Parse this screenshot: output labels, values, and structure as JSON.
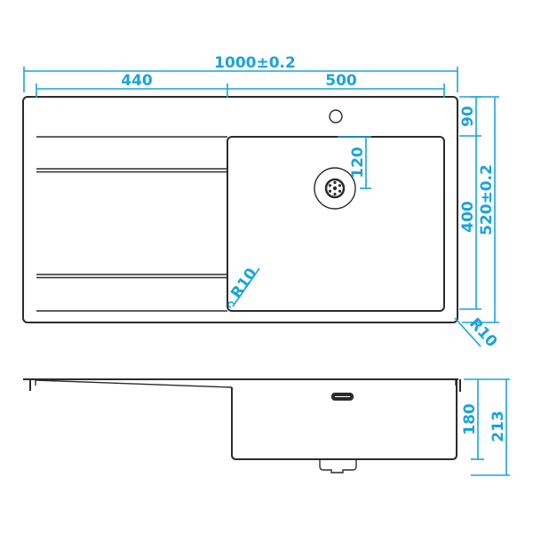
{
  "colors": {
    "dimension": "#1aa3dc",
    "outline": "#2b2b2b",
    "background": "#ffffff"
  },
  "top_view": {
    "overall_width": "1000±0.2",
    "drainboard_width": "440",
    "bowl_width": "500",
    "tap_hole_offset": "90",
    "overall_depth": "520±0.2",
    "bowl_depth": "400",
    "drain_offset": "120",
    "inner_corner_radius": "R10",
    "outer_corner_radius": "R10"
  },
  "side_view": {
    "bowl_depth": "180",
    "overall_height": "213"
  },
  "icons": {
    "tap_hole": "circle-icon",
    "drain": "drain-strainer-icon",
    "overflow": "overflow-slot-icon"
  }
}
